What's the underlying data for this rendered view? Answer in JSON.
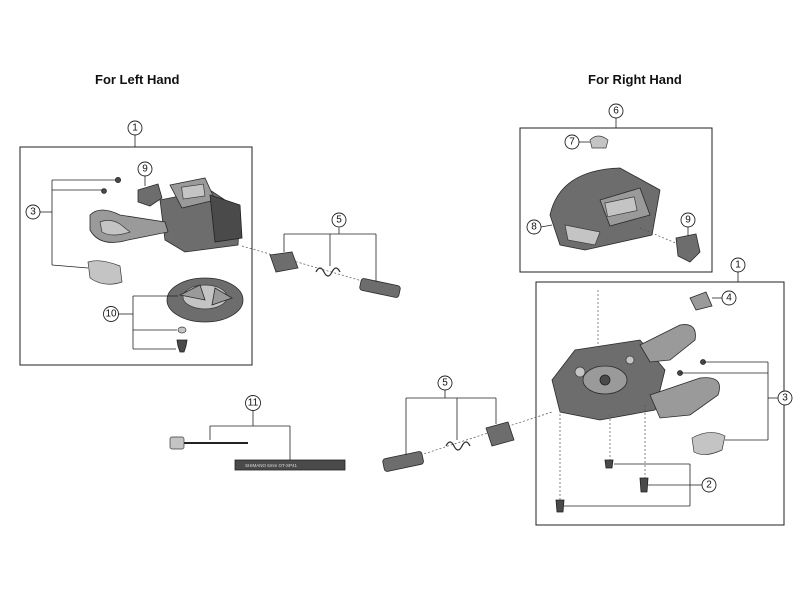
{
  "titles": {
    "left": "For Left Hand",
    "right": "For Right Hand"
  },
  "callouts": [
    "1",
    "2",
    "3",
    "4",
    "5",
    "6",
    "7",
    "8",
    "9",
    "10",
    "11"
  ],
  "cable_print": "SHIMANO  6mm  OT-SP41"
}
